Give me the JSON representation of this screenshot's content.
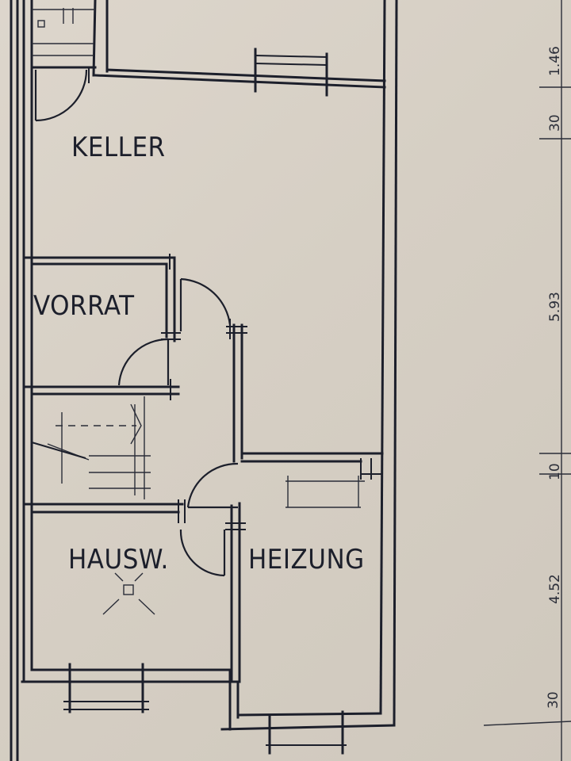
{
  "plan": {
    "rooms": {
      "keller": "KELLER",
      "vorrat": "VORRAT",
      "hausw": "HAUSW.",
      "heizung": "HEIZUNG"
    },
    "dimensions": [
      "1.46",
      "30",
      "5.93",
      "10",
      "4.52",
      "30"
    ],
    "colors": {
      "paper": "#d8d1c6",
      "ink": "#1c1f2b"
    },
    "symbols": [
      "window-symbol",
      "door-swing",
      "stair-symbol",
      "floor-drain-symbol",
      "boiler-symbol"
    ]
  }
}
